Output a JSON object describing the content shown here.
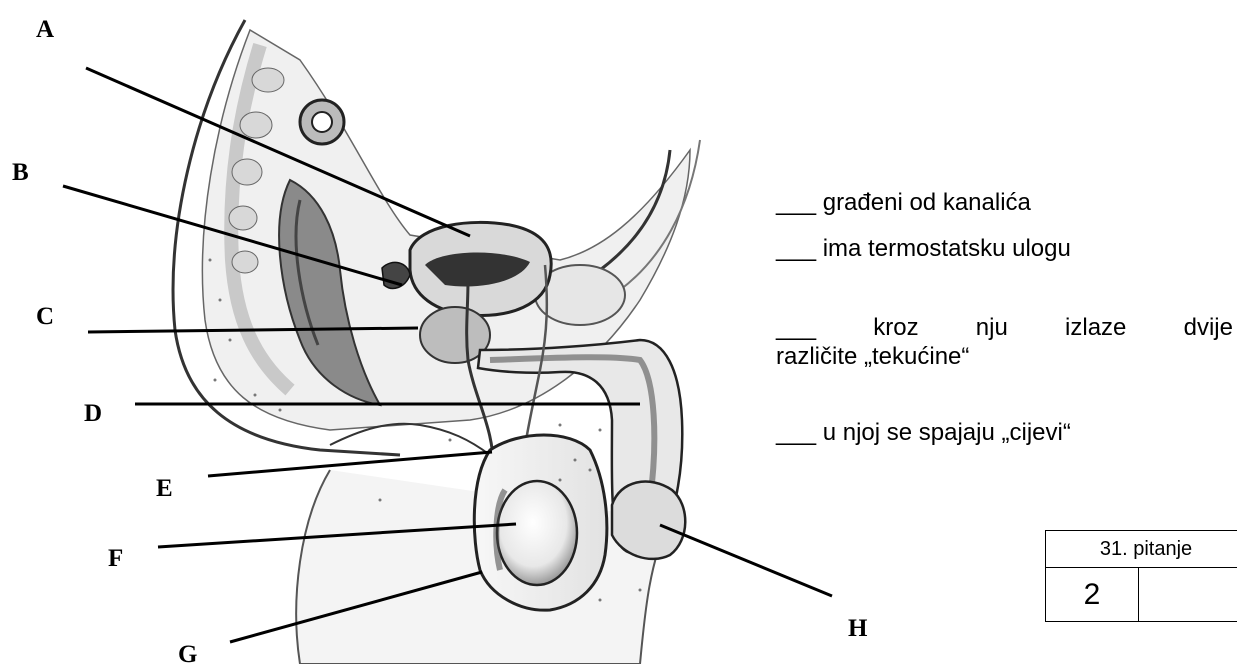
{
  "labels": [
    "A",
    "B",
    "C",
    "D",
    "E",
    "F",
    "G",
    "H"
  ],
  "statements": [
    {
      "blank": "___",
      "text": "građeni od kanalića"
    },
    {
      "blank": "___",
      "text": "ima termostatsku ulogu"
    },
    {
      "blank": "___",
      "words": [
        "kroz",
        "nju",
        "izlaze",
        "dvije"
      ],
      "line2": "različite „tekućine“"
    },
    {
      "blank": "___",
      "text": "u njoj se spajaju „cijevi“"
    }
  ],
  "score": {
    "title": "31. pitanje",
    "points": "2",
    "earned": ""
  }
}
